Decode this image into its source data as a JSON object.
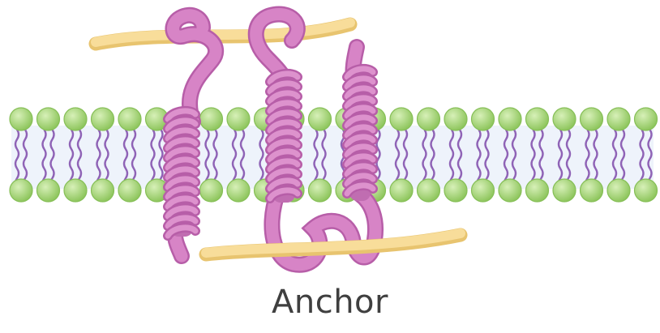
{
  "caption": "Anchor",
  "colors": {
    "background": "#ffffff",
    "headgroup_fill": "#a9d87a",
    "headgroup_edge": "#86bf57",
    "tail": "#8f63b6",
    "interior": "#eef3fb",
    "protein": "#d784c6",
    "protein_shade": "#b75ea8",
    "filament": "#f8dd9a",
    "caption": "#3f3f3f"
  },
  "parts": [
    "lipid-bilayer",
    "membrane-protein",
    "upper-filament",
    "lower-filament"
  ]
}
